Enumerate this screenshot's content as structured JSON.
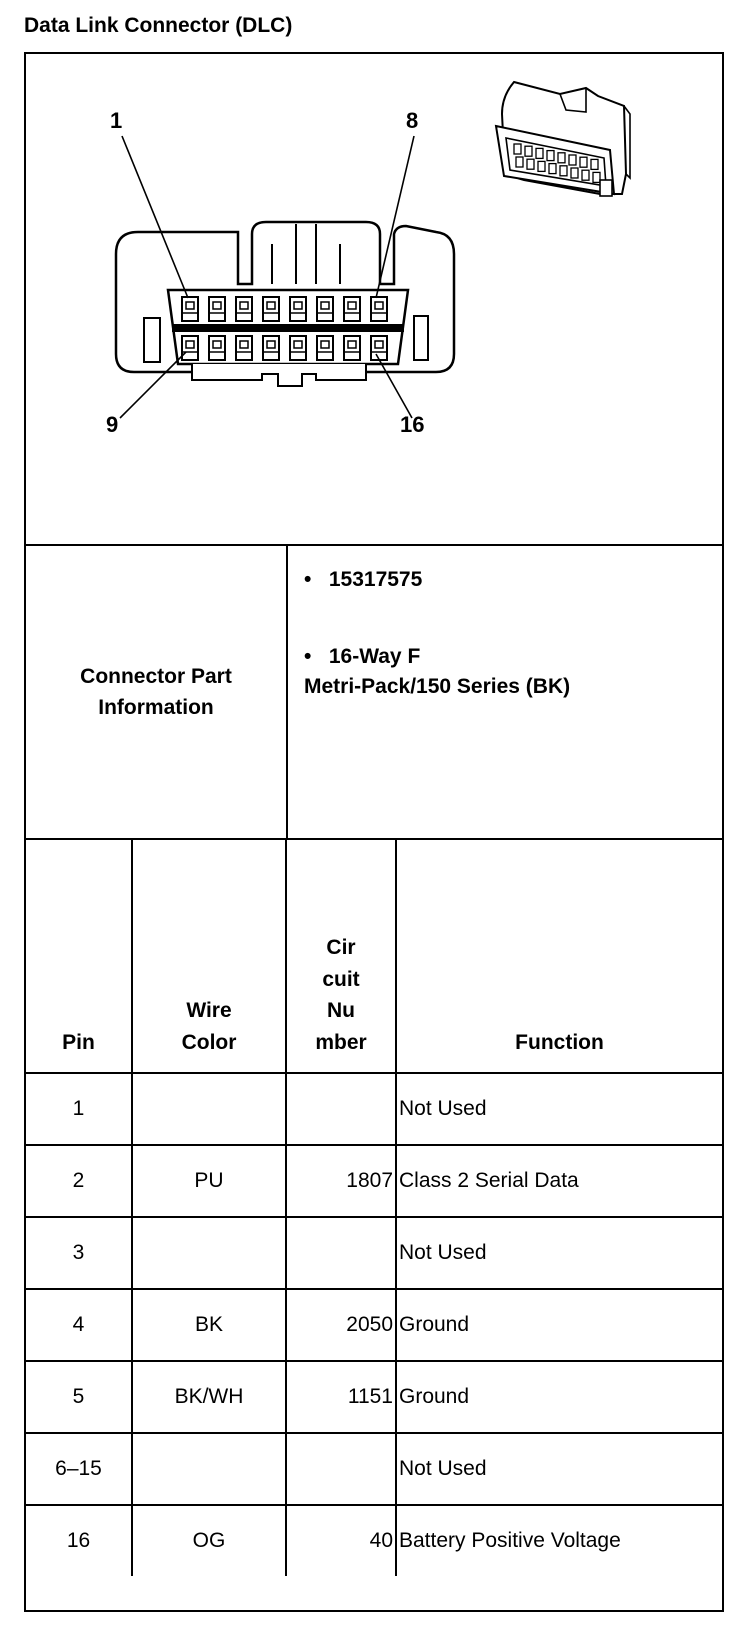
{
  "title": "Data Link Connector (DLC)",
  "diagram": {
    "pin_labels": {
      "top_left": "1",
      "top_right": "8",
      "bottom_left": "9",
      "bottom_right": "16"
    }
  },
  "connector_info": {
    "label": "Connector Part Information",
    "part_number": "15317575",
    "description_line1": "16-Way F",
    "description_line2": "Metri-Pack/150 Series (BK)"
  },
  "table": {
    "headers": {
      "pin": "Pin",
      "wire_color": [
        "Wire",
        "Color"
      ],
      "circuit_number": [
        "Cir",
        "cuit",
        "Nu",
        "mber"
      ],
      "function": "Function"
    },
    "rows": [
      {
        "pin": "1",
        "wire": "",
        "circuit": "",
        "function": "Not Used"
      },
      {
        "pin": "2",
        "wire": "PU",
        "circuit": "1807",
        "function": "Class 2 Serial Data"
      },
      {
        "pin": "3",
        "wire": "",
        "circuit": "",
        "function": "Not Used"
      },
      {
        "pin": "4",
        "wire": "BK",
        "circuit": "2050",
        "function": "Ground"
      },
      {
        "pin": "5",
        "wire": "BK/WH",
        "circuit": "1151",
        "function": "Ground"
      },
      {
        "pin": "6–15",
        "wire": "",
        "circuit": "",
        "function": "Not Used"
      },
      {
        "pin": "16",
        "wire": "OG",
        "circuit": "40",
        "function": "Battery Positive Voltage"
      }
    ]
  }
}
